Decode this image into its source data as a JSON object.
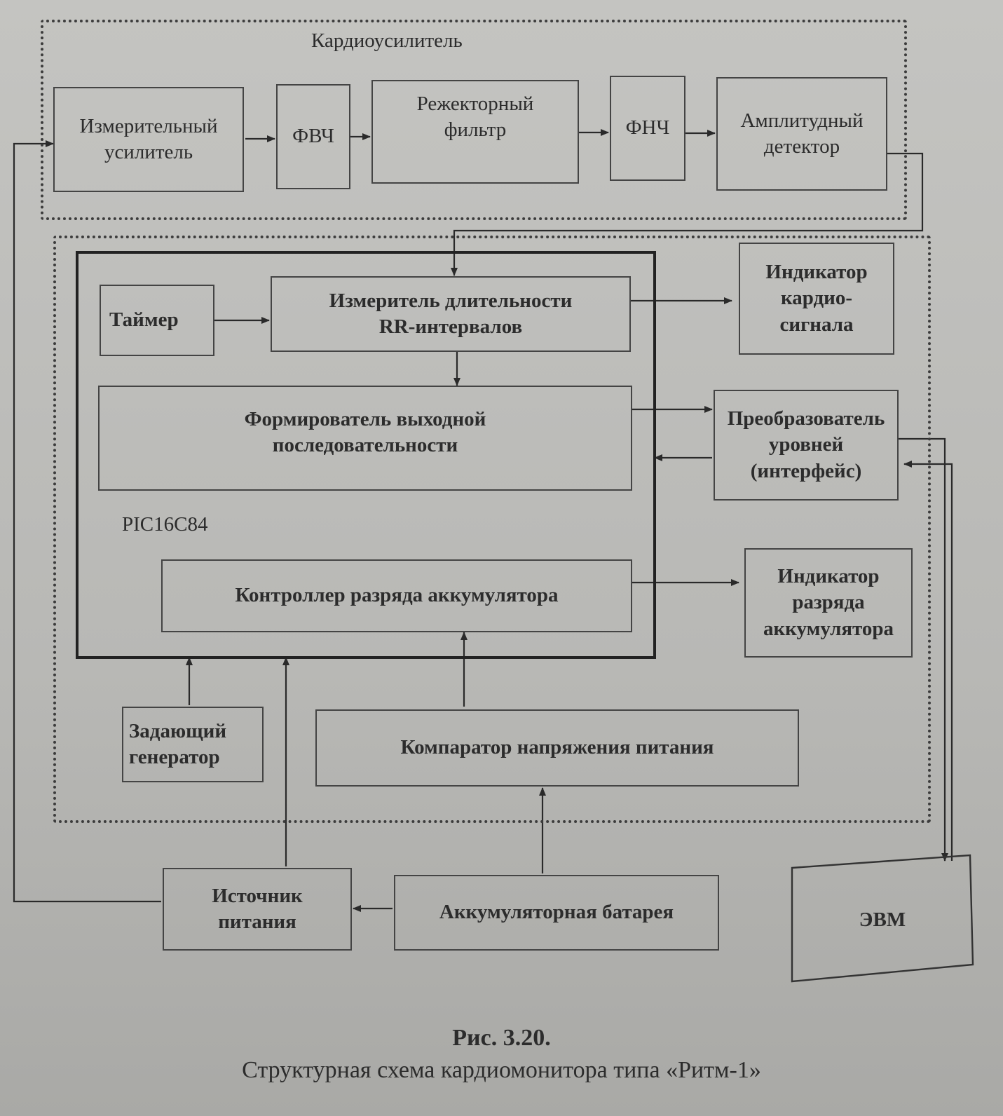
{
  "groups": {
    "cardio_amplifier": "Кардиоусилитель",
    "microcontroller": "PIC16C84"
  },
  "blocks": {
    "measuring_amplifier": "Измерительный\nусилитель",
    "hpf": "ФВЧ",
    "notch_filter": "Режекторный\nфильтр",
    "lpf": "ФНЧ",
    "amplitude_detector": "Амплитудный\nдетектор",
    "timer": "Таймер",
    "rr_meter": "Измеритель длительности\nRR-интервалов",
    "output_former": "Формирователь выходной\nпоследовательности",
    "battery_controller": "Контроллер разряда аккумулятора",
    "cardio_indicator": "Индикатор\nкардио-\nсигнала",
    "level_converter": "Преобразователь\nуровней\n(интерфейс)",
    "battery_indicator": "Индикатор\nразряда\nаккумулятора",
    "master_oscillator": "Задающий\nгенератор",
    "voltage_comparator": "Компаратор напряжения питания",
    "power_source": "Источник\nпитания",
    "battery": "Аккумуляторная батарея",
    "computer": "ЭВМ"
  },
  "caption": {
    "number": "Рис. 3.20.",
    "title": "Структурная схема кардиомонитора типа «Ритм-1»"
  }
}
